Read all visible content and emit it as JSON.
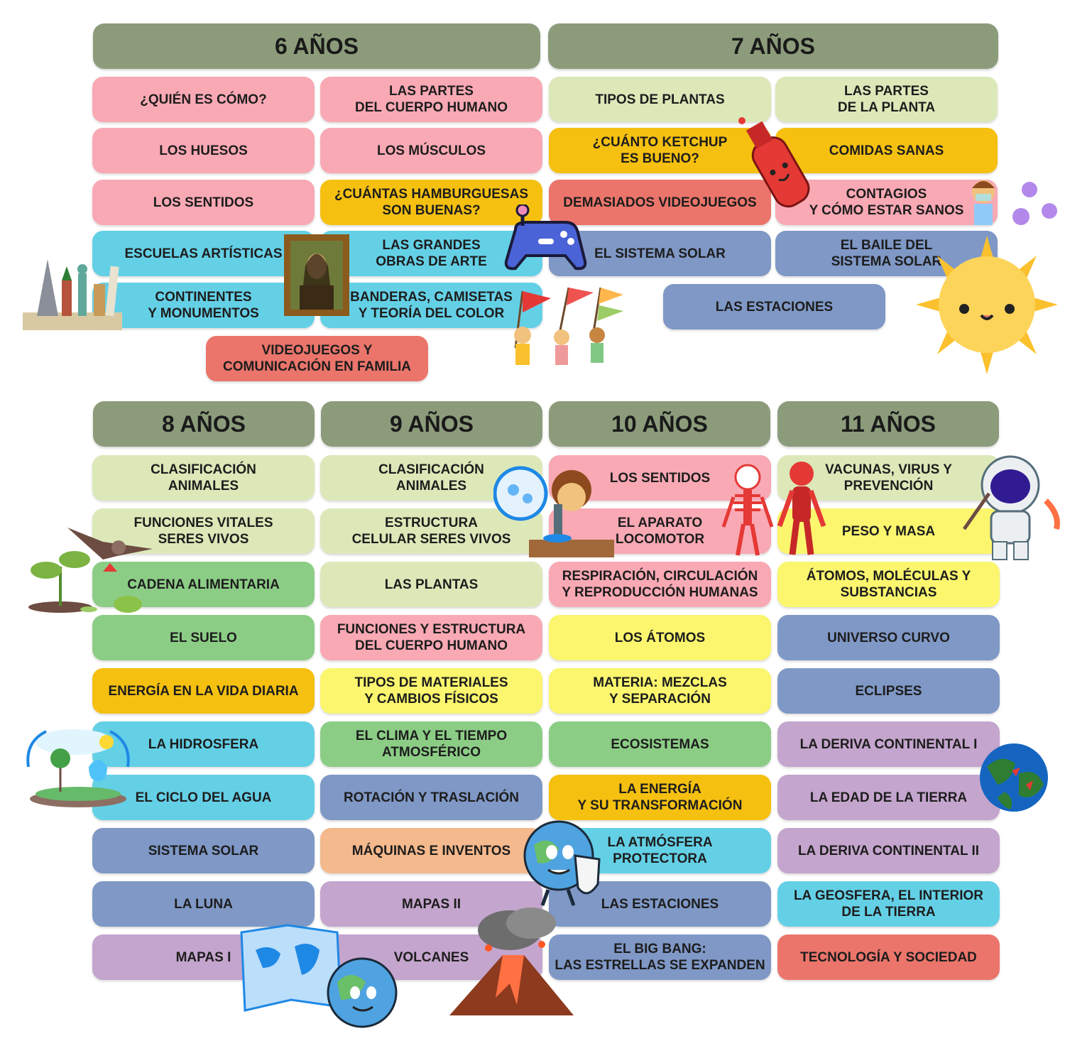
{
  "headers": {
    "h6": "6 AÑOS",
    "h7": "7 AÑOS",
    "h8": "8 AÑOS",
    "h9": "9 AÑOS",
    "h10": "10 AÑOS",
    "h11": "11 AÑOS"
  },
  "age6": [
    "¿QUIÉN ES CÓMO?",
    "LAS PARTES\nDEL CUERPO HUMANO",
    "LOS HUESOS",
    "LOS MÚSCULOS",
    "LOS SENTIDOS",
    "¿CUÁNTAS HAMBURGUESAS\nSON BUENAS?",
    "ESCUELAS ARTÍSTICAS",
    "LAS GRANDES\nOBRAS DE ARTE",
    "CONTINENTES\nY MONUMENTOS",
    "BANDERAS, CAMISETAS\nY TEORÍA DEL COLOR",
    "VIDEOJUEGOS Y\nCOMUNICACIÓN EN FAMILIA"
  ],
  "age7": [
    "TIPOS DE PLANTAS",
    "LAS PARTES\nDE LA PLANTA",
    "¿CUÁNTO KETCHUP\nES BUENO?",
    "COMIDAS SANAS",
    "DEMASIADOS VIDEOJUEGOS",
    "CONTAGIOS\nY CÓMO ESTAR SANOS",
    "EL SISTEMA SOLAR",
    "EL BAILE DEL\nSISTEMA SOLAR",
    "LAS ESTACIONES"
  ],
  "age8": [
    "CLASIFICACIÓN\nANIMALES",
    "FUNCIONES VITALES\nSERES VIVOS",
    "CADENA ALIMENTARIA",
    "EL SUELO",
    "ENERGÍA EN LA VIDA DIARIA",
    "LA HIDROSFERA",
    "EL CICLO DEL AGUA",
    "SISTEMA SOLAR",
    "LA LUNA",
    "MAPAS I"
  ],
  "age9": [
    "CLASIFICACIÓN\nANIMALES",
    "ESTRUCTURA\nCELULAR SERES VIVOS",
    "LAS PLANTAS",
    "FUNCIONES  Y ESTRUCTURA\nDEL CUERPO HUMANO",
    "TIPOS DE MATERIALES\nY CAMBIOS FÍSICOS",
    "EL CLIMA Y EL TIEMPO\nATMOSFÉRICO",
    "ROTACIÓN Y TRASLACIÓN",
    "MÁQUINAS E INVENTOS",
    "MAPAS II",
    "VOLCANES"
  ],
  "age10": [
    "LOS SENTIDOS",
    "EL APARATO\nLOCOMOTOR",
    "RESPIRACIÓN, CIRCULACIÓN\nY REPRODUCCIÓN HUMANAS",
    "LOS ÁTOMOS",
    "MATERIA: MEZCLAS\nY SEPARACIÓN",
    "ECOSISTEMAS",
    "LA ENERGÍA\nY SU TRANSFORMACIÓN",
    "LA ATMÓSFERA\nPROTECTORA",
    "LAS ESTACIONES",
    "EL BIG BANG:\nLAS ESTRELLAS SE EXPANDEN"
  ],
  "age11": [
    "VACUNAS, VIRUS Y\nPREVENCIÓN",
    "PESO Y MASA",
    "ÁTOMOS, MOLÉCULAS Y\nSUBSTANCIAS",
    "UNIVERSO CURVO",
    "ECLIPSES",
    "LA DERIVA CONTINENTAL I",
    "LA EDAD DE LA TIERRA",
    "LA DERIVA CONTINENTAL II",
    "LA GEOSFERA, EL INTERIOR\nDE LA TIERRA",
    "TECNOLOGÍA Y SOCIEDAD"
  ],
  "colors": {
    "header": "#8c9c7b",
    "pink": "#f9a9b4",
    "green": "#dde8b9",
    "yellow": "#f5c010",
    "red": "#eb756b",
    "cyan": "#64d0e6",
    "blue": "#7f98c6",
    "lgreen": "#8ccd86",
    "lyellow": "#fbf66e",
    "purple": "#c4a5cd",
    "orange": "#f4b98c"
  },
  "icons": [
    "monuments-icon",
    "mona-lisa-icon",
    "gamepad-icon",
    "kids-flags-icon",
    "ketchup-bottle-icon",
    "sick-kid-virus-icon",
    "sun-icon",
    "plant-food-chain-icon",
    "microscope-girl-icon",
    "skeleton-icon",
    "muscle-body-icon",
    "astronaut-icon",
    "water-cycle-icon",
    "earth-shield-icon",
    "earth-globe-icon",
    "world-map-icon",
    "volcano-icon"
  ]
}
